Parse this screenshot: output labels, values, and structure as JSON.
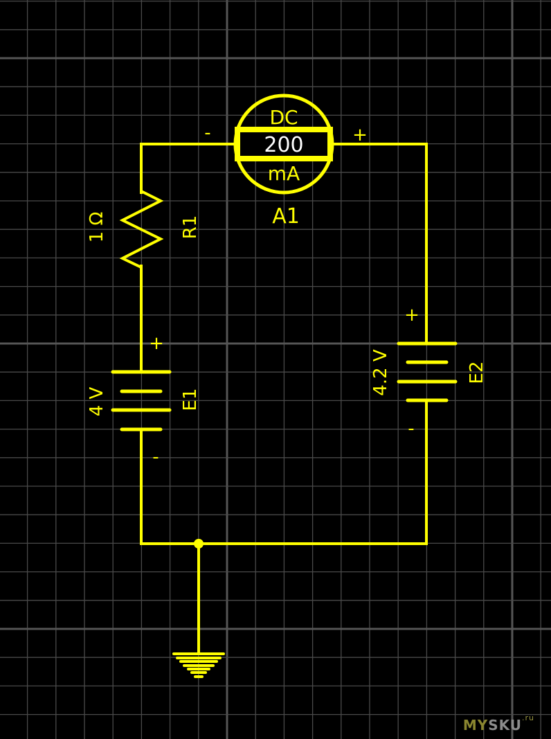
{
  "colors": {
    "background": "#000000",
    "grid_minor": "#4a4a4a",
    "grid_major": "#555555",
    "wire": "#ffff00",
    "meter_value": "#ffffff"
  },
  "ammeter": {
    "ref": "A1",
    "mode": "DC",
    "value": "200",
    "unit": "mA",
    "minus_label": "-",
    "plus_label": "+"
  },
  "resistor": {
    "ref": "R1",
    "value": "1 Ω"
  },
  "battery_e1": {
    "ref": "E1",
    "value": "4 V",
    "plus_label": "+",
    "minus_label": "-"
  },
  "battery_e2": {
    "ref": "E2",
    "value": "4.2 V",
    "plus_label": "+",
    "minus_label": "-"
  },
  "ground": {
    "name": "ground"
  },
  "watermark": {
    "my": "MY",
    "sku": "SKU",
    "ru": ".ru"
  }
}
